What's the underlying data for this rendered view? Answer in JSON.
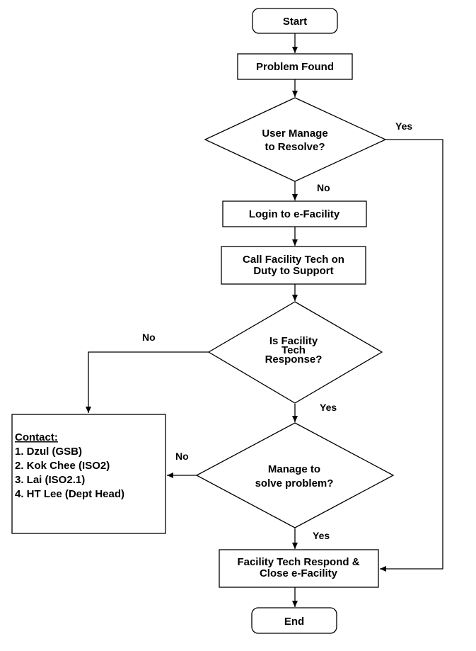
{
  "nodes": {
    "start": "Start",
    "problem": "Problem Found",
    "user_manage": [
      "User Manage",
      "to Resolve?"
    ],
    "login": "Login to e-Facility",
    "call_tech": [
      "Call Facility Tech on",
      "Duty to Support"
    ],
    "is_response": [
      "Is Facility",
      "Tech",
      "Response?"
    ],
    "manage_solve": [
      "Manage to",
      "solve problem?"
    ],
    "respond_close": [
      "Facility Tech Respond &",
      "Close e-Facility"
    ],
    "end": "End"
  },
  "contact": {
    "title": "Contact:",
    "items": [
      "1. Dzul (GSB)",
      "2. Kok Chee (ISO2)",
      "3. Lai (ISO2.1)",
      "4. HT Lee (Dept Head)"
    ]
  },
  "edge_labels": {
    "user_manage_yes": "Yes",
    "user_manage_no": "No",
    "response_no": "No",
    "response_yes": "Yes",
    "solve_no": "No",
    "solve_yes": "Yes"
  }
}
